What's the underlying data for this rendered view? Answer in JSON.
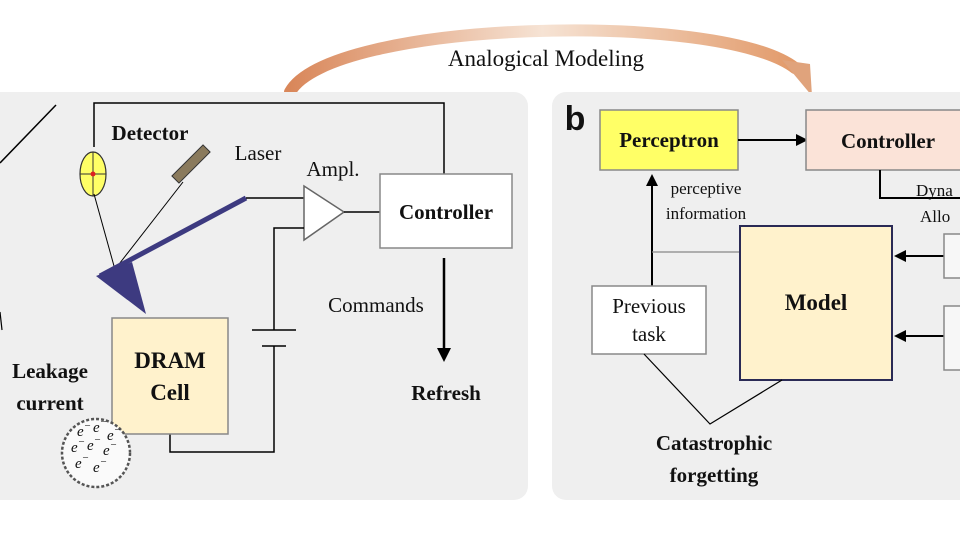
{
  "top": {
    "arrow_label": "Analogical Modeling"
  },
  "panel_a": {
    "detector": "Detector",
    "laser": "Laser",
    "amplifier": "Ampl.",
    "controller": "Controller",
    "commands": "Commands",
    "refresh": "Refresh",
    "dram_line1": "DRAM",
    "dram_line2": "Cell",
    "leakage_line1": "Leakage",
    "leakage_line2": "current",
    "electron": "e"
  },
  "panel_b": {
    "label": "b",
    "perceptron": "Perceptron",
    "controller": "Controller",
    "perceptive_line1": "perceptive",
    "perceptive_line2": "information",
    "dyna_partial": "Dyna",
    "allo_partial": "Allo",
    "model": "Model",
    "previous_line1": "Previous",
    "previous_line2": "task",
    "catastrophic_line1": "Catastrophic",
    "catastrophic_line2": "forgetting"
  },
  "colors": {
    "panel_bg": "#efefef",
    "perceptron_fill": "#ffff66",
    "controller_b_fill": "#fbe3d8",
    "model_fill": "#fff2cc",
    "dram_fill": "#fff2cc",
    "detector_fill": "#ffff66",
    "cantilever": "#3d3a80",
    "arc_arrow": "#e0a37c",
    "laser_fill": "#8a7a5c"
  }
}
